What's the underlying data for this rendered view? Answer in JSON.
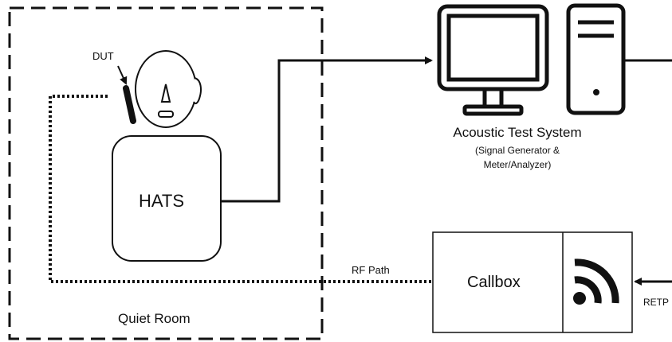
{
  "labels": {
    "dut": "DUT",
    "hats": "HATS",
    "quiet_room": "Quiet Room",
    "acoustic_title": "Acoustic Test System",
    "acoustic_sub1": "(Signal Generator &",
    "acoustic_sub2": "Meter/Analyzer)",
    "rf_path": "RF Path",
    "callbox": "Callbox",
    "retp": "RETP"
  },
  "icons": [
    "monitor-icon",
    "tower-icon",
    "wifi-signal-icon"
  ],
  "colors": {
    "stroke": "#111111",
    "box_fill": "#ffffff"
  }
}
